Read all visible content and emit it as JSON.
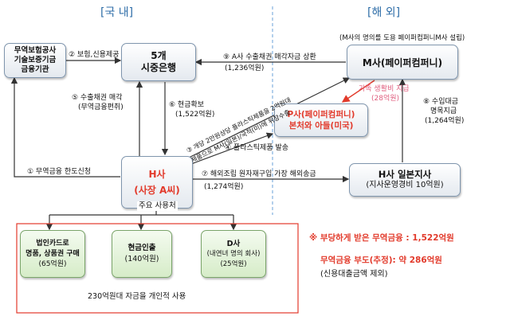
{
  "headers": {
    "domestic": "[국 내]",
    "overseas": "[해 외]"
  },
  "top_note": "(M사의 명의를 도용 페이퍼컴퍼니M사 설립)",
  "nodes": {
    "insurance": [
      "무역보험공사",
      "기술보증기금",
      "금융기관"
    ],
    "banks": [
      "5개",
      "시중은행"
    ],
    "m_company": "M사(페이퍼컴퍼니)",
    "p_company": [
      "P사(페이퍼컴퍼니)",
      "본처와 아들(미국)"
    ],
    "h_company": "H사",
    "h_ceo": "(사장 A씨)",
    "h_japan": "H사 일본지사",
    "h_japan_sub": "(지사운영경비 10억원)"
  },
  "labels": {
    "l2": "② 보험,신용제공",
    "l9": "⑨ A사 수출채권 매각자금 상환",
    "l9_amt": "(1,236억원)",
    "l5a": "⑤ 수출채권 매각",
    "l5b": "(무역금융편취)",
    "l6a": "⑥ 현금확보",
    "l6b": "(1,522억원)",
    "l3a": "③ 개당 2만원상당 플라스틱제품을 2억원대",
    "l3b": "제품으로 M사(일본)/국적(미)에 위장수출",
    "l4": "④ 플라스틱제품 발송",
    "l1": "① 무역금융 한도신청",
    "l7": "⑦ 해외조립 원자재구입 가장 해외송금",
    "l7_amt": "(1,274억원)",
    "family_a": "가족 생활비 지급",
    "family_b": "(28억원)",
    "l8a": "⑧ 수입대금",
    "l8b": "명목지급",
    "l8c": "(1,264억원)",
    "main_use": "주요 사용처"
  },
  "uses": [
    {
      "title": "법인카드로",
      "title2": "명품, 상품권 구매",
      "amount": "(65억원)"
    },
    {
      "title": "현금인출",
      "title2": "",
      "amount": "(140억원)"
    },
    {
      "title": "D사",
      "title2": "(내연녀 명의 회사)",
      "amount": "(25억원)"
    }
  ],
  "uses_total": "230억원대 자금을 개인적 사용",
  "notes": {
    "n1": "※ 부당하게 받은 무역금융 : 1,522억원",
    "n2": "무역금융 부도(추정): 약 286억원",
    "n3": "(신용대출금액 제외)"
  }
}
